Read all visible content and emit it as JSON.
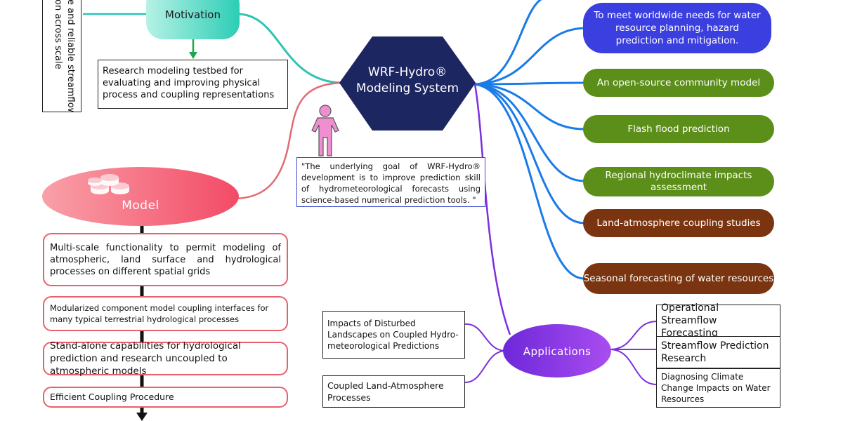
{
  "top_left_fragment": {
    "line1": "e and reliable streamflow",
    "line2": "on across scale"
  },
  "motivation": {
    "label": "Motivation",
    "description": "Research modeling testbed for evaluating and improving physical process and coupling representations"
  },
  "core": {
    "title_line1": "WRF-Hydro®",
    "title_line2": "Modeling System"
  },
  "quote": "\"The underlying goal of WRF-Hydro® development is to improve prediction skill of hydrometeorological forecasts using science-based numerical prediction tools. \"",
  "model": {
    "label": "Model",
    "items": [
      "Multi-scale functionality to permit modeling of atmospheric, land surface and hydrological processes on different spatial grids",
      "Modularized component model coupling interfaces for many typical terrestrial hydrological processes",
      "Stand-alone capabilities for hydrological prediction and research uncoupled to atmospheric models",
      "Efficient Coupling Procedure"
    ]
  },
  "goals": [
    {
      "label": "To meet worldwide needs for water resource planning, hazard prediction and mitigation.",
      "color": "#3b3fe0"
    },
    {
      "label": "An open-source community model",
      "color": "#5c8e1a"
    },
    {
      "label": "Flash flood prediction",
      "color": "#5c8e1a"
    },
    {
      "label": "Regional hydroclimate impacts assessment",
      "color": "#5c8e1a"
    },
    {
      "label": "Land-atmosphere coupling studies",
      "color": "#7a3510"
    },
    {
      "label": "Seasonal forecasting of water resources",
      "color": "#7a3510"
    }
  ],
  "applications": {
    "label": "Applications",
    "left": [
      "Impacts of Disturbed Landscapes on Coupled Hydro-meteorological Predictions",
      "Coupled Land-Atmosphere Processes"
    ],
    "right": [
      "Operational Streamflow Forecasting",
      "Streamflow Prediction Research",
      "Diagnosing Climate Change Impacts on Water Resources"
    ]
  },
  "colors": {
    "core": "#1c2660",
    "motivation": "#3dd6c0",
    "model": "#f34b66",
    "applications": "#8a35e8",
    "branch_blue": "#1a7be8",
    "branch_teal": "#2ec4b4",
    "branch_red": "#e26a72",
    "branch_purple": "#7d2ee0",
    "arrow_green": "#1fa64a",
    "person": "#f08fd0"
  },
  "icons": {
    "person": "person-icon",
    "coins": "coins-stack-icon"
  }
}
